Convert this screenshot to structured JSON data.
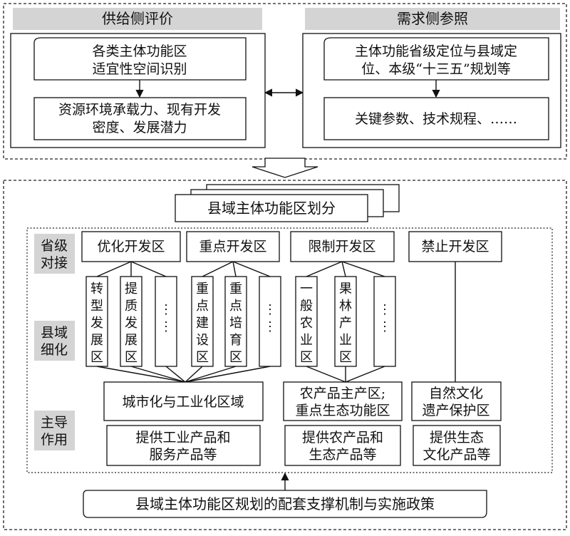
{
  "supply": {
    "header": "供给侧评价",
    "box1": [
      "各类主体功能区",
      "适宜性空间识别"
    ],
    "box2": [
      "资源环境承载力、现有开发",
      "密度、发展潜力"
    ]
  },
  "demand": {
    "header": "需求侧参照",
    "box1": [
      "主体功能省级定位与县域定",
      "位、本级“十三五”规划等"
    ],
    "box2": "关键参数、技术规程、……"
  },
  "division_title": "县域主体功能区划分",
  "side_labels": {
    "provincial": [
      "省级",
      "对接"
    ],
    "county": [
      "县域",
      "细化"
    ],
    "leading": [
      "主导",
      "作用"
    ]
  },
  "zones": [
    "优化开发区",
    "重点开发区",
    "限制开发区",
    "禁止开发区"
  ],
  "subzones": [
    [
      "转",
      "型",
      "发",
      "展",
      "区"
    ],
    [
      "提",
      "质",
      "发",
      "展",
      "区"
    ],
    [
      "⋮",
      "⋮"
    ],
    [
      "重",
      "点",
      "建",
      "设",
      "区"
    ],
    [
      "重",
      "点",
      "培",
      "育",
      "区"
    ],
    [
      "⋮",
      "⋮"
    ],
    [
      "一",
      "般",
      "农",
      "业",
      "区"
    ],
    [
      "果",
      "林",
      "产",
      "业",
      "区"
    ],
    [
      "⋮",
      "⋮"
    ]
  ],
  "regions": {
    "urban": "城市化与工业化区域",
    "agri": [
      "农产品主产区;",
      "重点生态功能区"
    ],
    "heritage": [
      "自然文化",
      "遗产保护区"
    ]
  },
  "roles": {
    "industrial": [
      "提供工业产品和",
      "服务产品等"
    ],
    "agri": [
      "提供农产品和",
      "生态产品等"
    ],
    "eco": [
      "提供生态",
      "文化产品等"
    ]
  },
  "bottom_banner": "县域主体功能区规划的配套支撑机制与实施政策"
}
